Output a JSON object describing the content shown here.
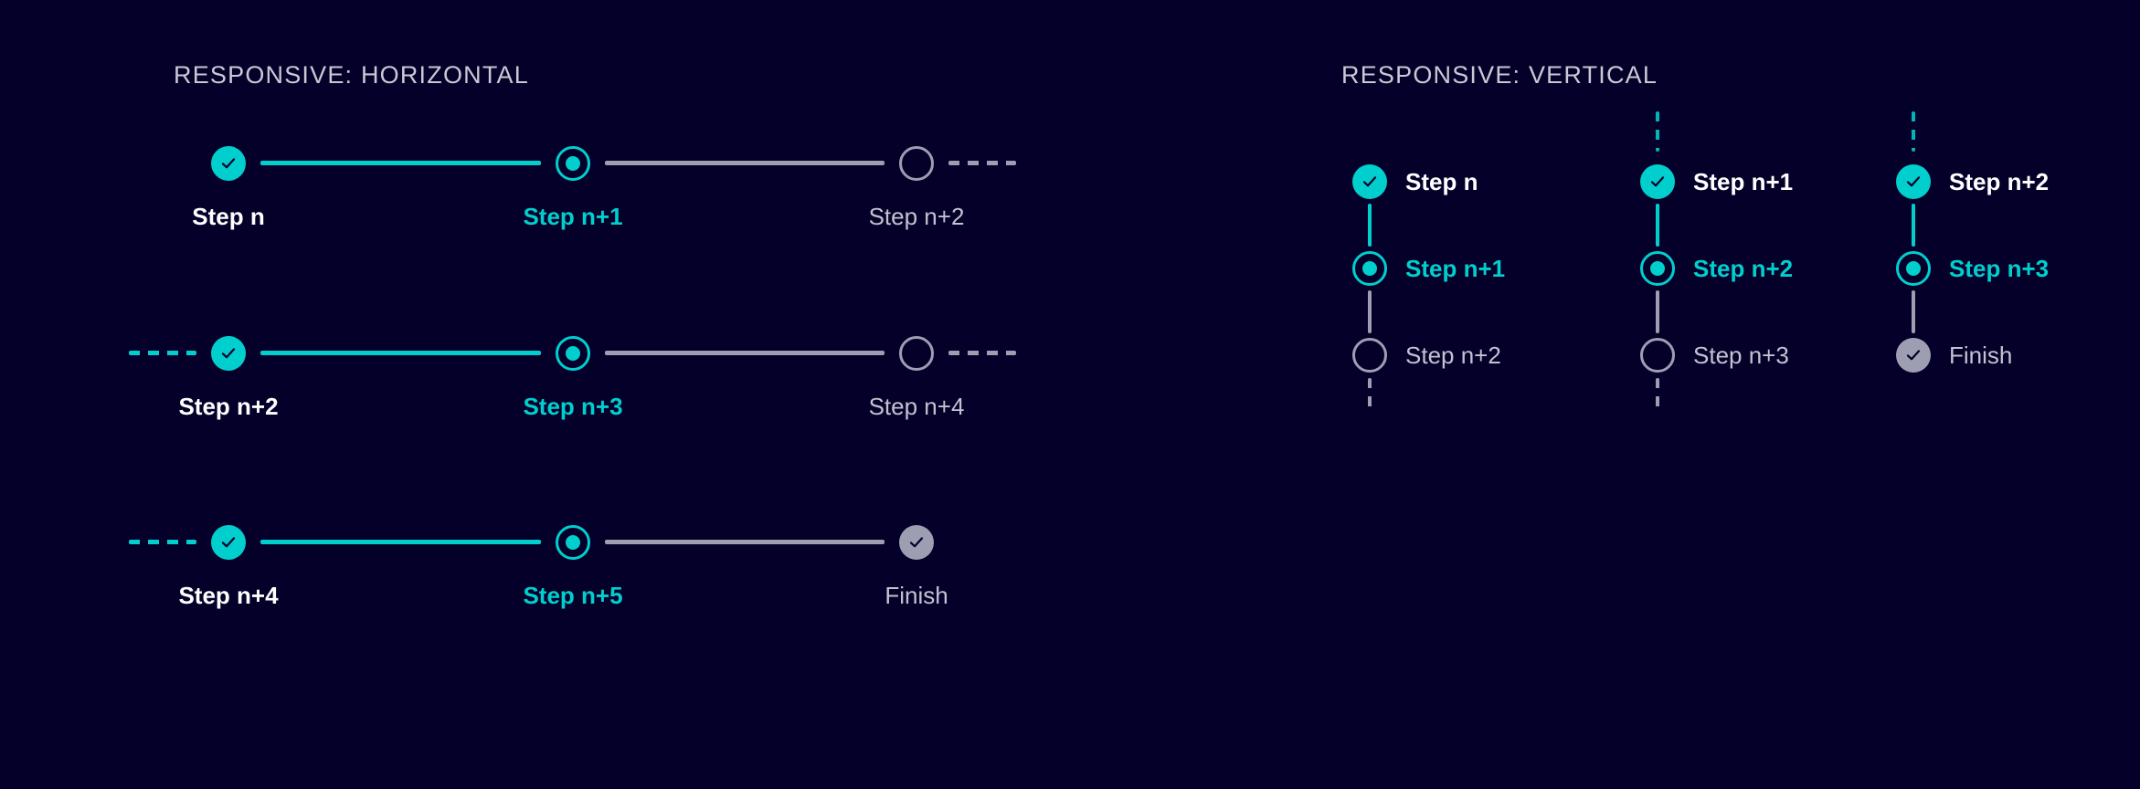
{
  "theme": {
    "background": "#04002a",
    "accent": "#00cfce",
    "muted": "#9e9eb3",
    "label_complete": "#ffffff",
    "label_upcoming": "#c2c2d0",
    "heading": "#c9c9d4"
  },
  "sections": {
    "horizontal": {
      "heading": "RESPONSIVE: HORIZONTAL",
      "rows": [
        {
          "lead_connector": null,
          "trail_connector": {
            "style": "dashed",
            "state": "pending"
          },
          "steps": [
            {
              "label": "Step n",
              "state": "complete",
              "icon": "check-icon"
            },
            {
              "label": "Step n+1",
              "state": "current",
              "icon": "dot-icon"
            },
            {
              "label": "Step n+2",
              "state": "upcoming",
              "icon": "empty-circle-icon"
            }
          ],
          "connectors": [
            {
              "style": "solid",
              "state": "done"
            },
            {
              "style": "solid",
              "state": "pending"
            }
          ]
        },
        {
          "lead_connector": {
            "style": "dashed",
            "state": "done"
          },
          "trail_connector": {
            "style": "dashed",
            "state": "pending"
          },
          "steps": [
            {
              "label": "Step n+2",
              "state": "complete",
              "icon": "check-icon"
            },
            {
              "label": "Step n+3",
              "state": "current",
              "icon": "dot-icon"
            },
            {
              "label": "Step n+4",
              "state": "upcoming",
              "icon": "empty-circle-icon"
            }
          ],
          "connectors": [
            {
              "style": "solid",
              "state": "done"
            },
            {
              "style": "solid",
              "state": "pending"
            }
          ]
        },
        {
          "lead_connector": {
            "style": "dashed",
            "state": "done"
          },
          "trail_connector": null,
          "steps": [
            {
              "label": "Step n+4",
              "state": "complete",
              "icon": "check-icon"
            },
            {
              "label": "Step n+5",
              "state": "current",
              "icon": "dot-icon"
            },
            {
              "label": "Finish",
              "state": "finish",
              "icon": "check-muted-icon"
            }
          ],
          "connectors": [
            {
              "style": "solid",
              "state": "done"
            },
            {
              "style": "solid",
              "state": "pending"
            }
          ]
        }
      ]
    },
    "vertical": {
      "heading": "RESPONSIVE: VERTICAL",
      "columns": [
        {
          "lead_connector": null,
          "trail_connector": {
            "style": "dashed",
            "state": "pending"
          },
          "steps": [
            {
              "label": "Step n",
              "state": "complete",
              "icon": "check-icon"
            },
            {
              "label": "Step n+1",
              "state": "current",
              "icon": "dot-icon"
            },
            {
              "label": "Step n+2",
              "state": "upcoming",
              "icon": "empty-circle-icon"
            }
          ],
          "connectors": [
            {
              "style": "solid",
              "state": "done"
            },
            {
              "style": "solid",
              "state": "pending"
            }
          ]
        },
        {
          "lead_connector": {
            "style": "dashed",
            "state": "done"
          },
          "trail_connector": {
            "style": "dashed",
            "state": "pending"
          },
          "steps": [
            {
              "label": "Step n+1",
              "state": "complete",
              "icon": "check-icon"
            },
            {
              "label": "Step n+2",
              "state": "current",
              "icon": "dot-icon"
            },
            {
              "label": "Step n+3",
              "state": "upcoming",
              "icon": "empty-circle-icon"
            }
          ],
          "connectors": [
            {
              "style": "solid",
              "state": "done"
            },
            {
              "style": "solid",
              "state": "pending"
            }
          ]
        },
        {
          "lead_connector": {
            "style": "dashed",
            "state": "done"
          },
          "trail_connector": null,
          "steps": [
            {
              "label": "Step n+2",
              "state": "complete",
              "icon": "check-icon"
            },
            {
              "label": "Step n+3",
              "state": "current",
              "icon": "dot-icon"
            },
            {
              "label": "Finish",
              "state": "finish",
              "icon": "check-muted-icon"
            }
          ],
          "connectors": [
            {
              "style": "solid",
              "state": "done"
            },
            {
              "style": "solid",
              "state": "pending"
            }
          ]
        }
      ]
    }
  }
}
